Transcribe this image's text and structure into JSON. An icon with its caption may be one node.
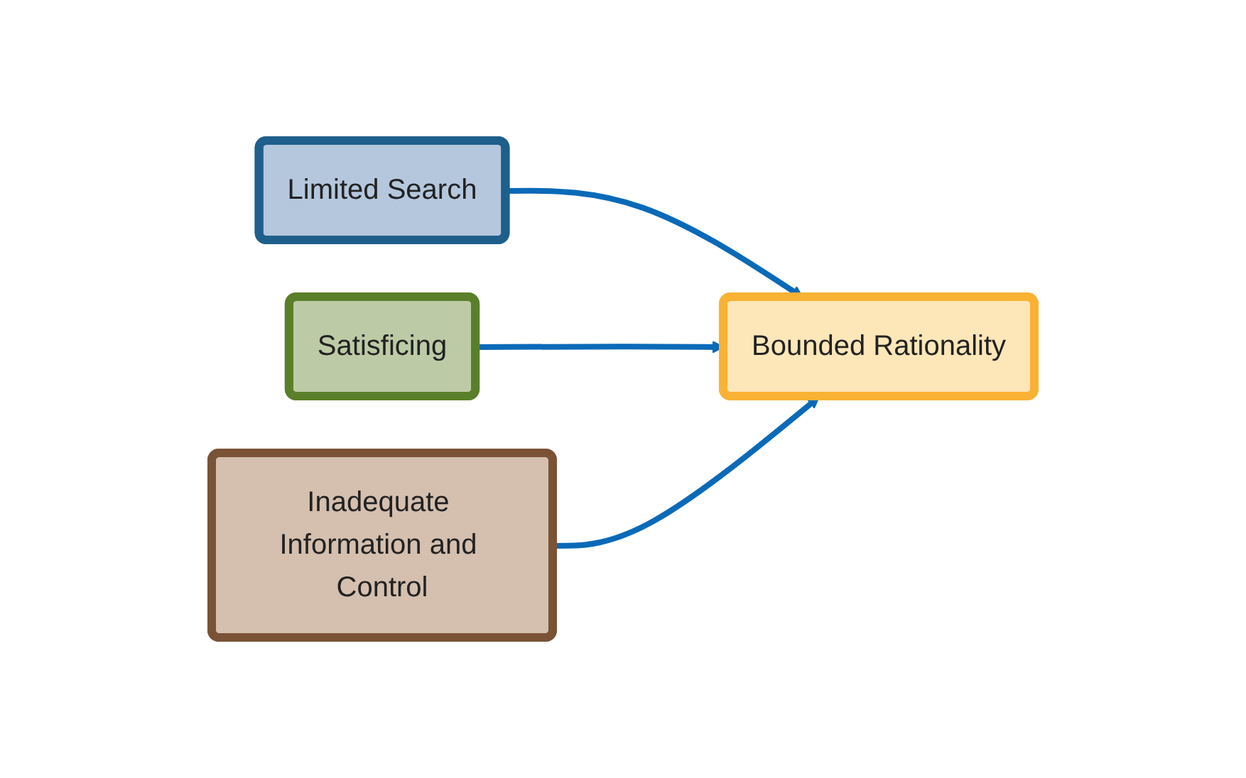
{
  "diagram": {
    "nodes": [
      {
        "text": [
          "Limited Search"
        ]
      },
      {
        "text": [
          "Satisficing"
        ]
      },
      {
        "text": [
          "Bounded Rationality"
        ]
      },
      {
        "text": [
          "Inadequate Information and Control"
        ]
      }
    ],
    "edges": [
      {
        "from": 0,
        "to": 2,
        "arrow": "to"
      },
      {
        "from": 1,
        "to": 2,
        "arrow": "to"
      },
      {
        "from": 3,
        "to": 2,
        "arrow": "to"
      }
    ]
  }
}
